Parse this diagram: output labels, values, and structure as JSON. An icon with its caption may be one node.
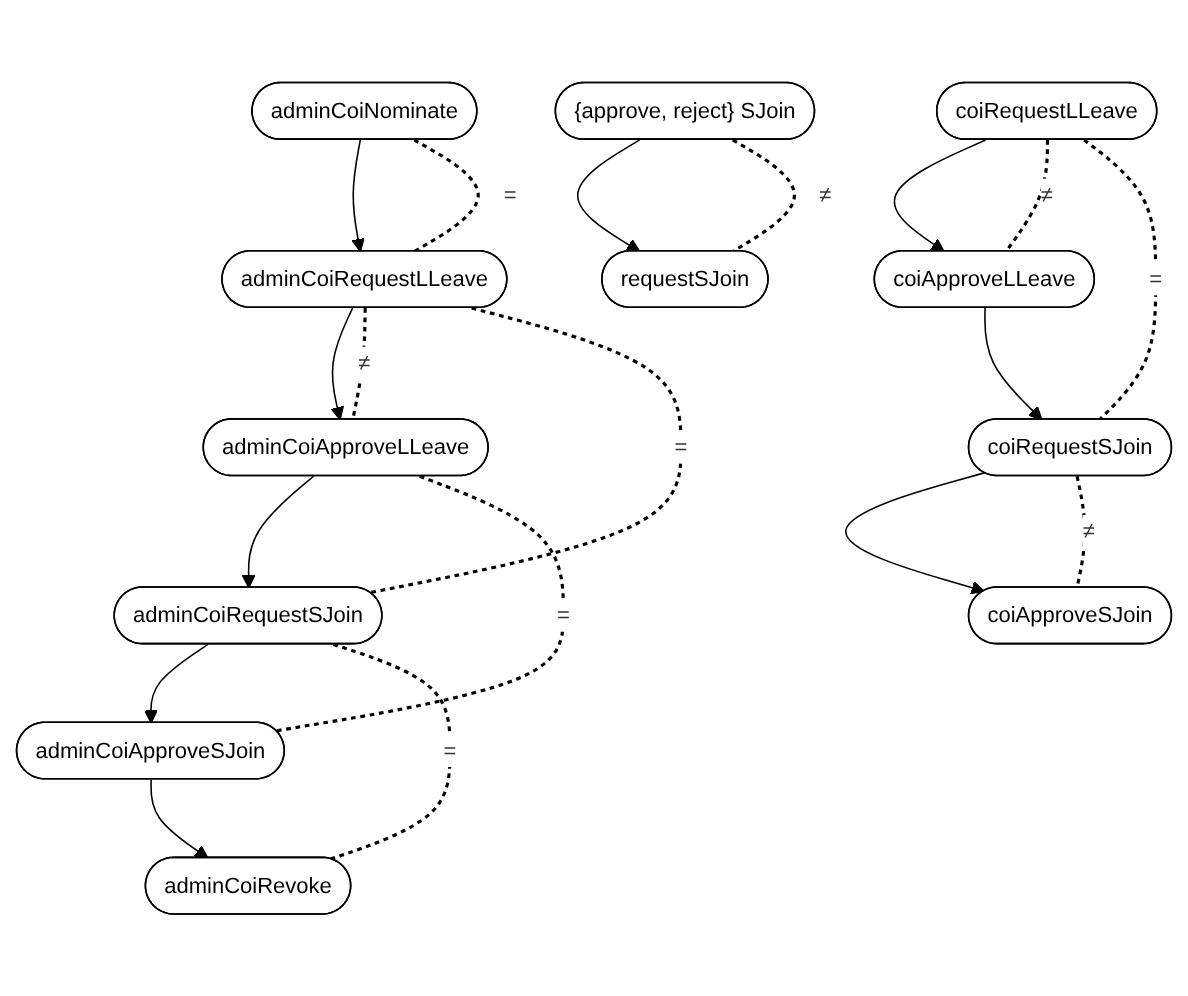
{
  "diagram": {
    "nodes": [
      {
        "text": [
          "adminCoiNominate"
        ]
      },
      {
        "text": [
          "adminCoiRequestLLeave"
        ]
      },
      {
        "text": [
          "adminCoiApproveLLeave"
        ]
      },
      {
        "text": [
          "adminCoiRequestSJoin"
        ]
      },
      {
        "text": [
          "adminCoiApproveSJoin"
        ]
      },
      {
        "text": [
          "adminCoiRevoke"
        ]
      },
      {
        "text": [
          "{approve, reject} SJoin"
        ]
      },
      {
        "text": [
          "requestSJoin"
        ]
      },
      {
        "text": [
          "coiRequestLLeave"
        ]
      },
      {
        "text": [
          "coiApproveLLeave"
        ]
      },
      {
        "text": [
          "coiRequestSJoin"
        ]
      },
      {
        "text": [
          "coiApproveSJoin"
        ]
      }
    ],
    "edges": [
      {
        "from": 0,
        "to": 1,
        "arrow": "to"
      },
      {
        "from": 1,
        "to": 2,
        "arrow": "to"
      },
      {
        "from": 2,
        "to": 3,
        "arrow": "to"
      },
      {
        "from": 3,
        "to": 4,
        "arrow": "to"
      },
      {
        "from": 4,
        "to": 5,
        "arrow": "to"
      },
      {
        "from": 0,
        "to": 1,
        "arrow": "none",
        "style": "dashed",
        "label": "="
      },
      {
        "from": 1,
        "to": 2,
        "arrow": "none",
        "style": "dashed",
        "label": "≠"
      },
      {
        "from": 1,
        "to": 3,
        "arrow": "none",
        "style": "dashed",
        "label": "="
      },
      {
        "from": 2,
        "to": 4,
        "arrow": "none",
        "style": "dashed",
        "label": "="
      },
      {
        "from": 3,
        "to": 5,
        "arrow": "none",
        "style": "dashed",
        "label": "="
      },
      {
        "from": 6,
        "to": 7,
        "arrow": "to"
      },
      {
        "from": 6,
        "to": 7,
        "arrow": "none",
        "style": "dashed",
        "label": "≠"
      },
      {
        "from": 8,
        "to": 9,
        "arrow": "to"
      },
      {
        "from": 9,
        "to": 10,
        "arrow": "to"
      },
      {
        "from": 10,
        "to": 11,
        "arrow": "to"
      },
      {
        "from": 8,
        "to": 9,
        "arrow": "none",
        "style": "dashed",
        "label": "≠"
      },
      {
        "from": 8,
        "to": 10,
        "arrow": "none",
        "style": "dashed",
        "label": "="
      },
      {
        "from": 10,
        "to": 11,
        "arrow": "none",
        "style": "dashed",
        "label": "≠"
      }
    ]
  }
}
